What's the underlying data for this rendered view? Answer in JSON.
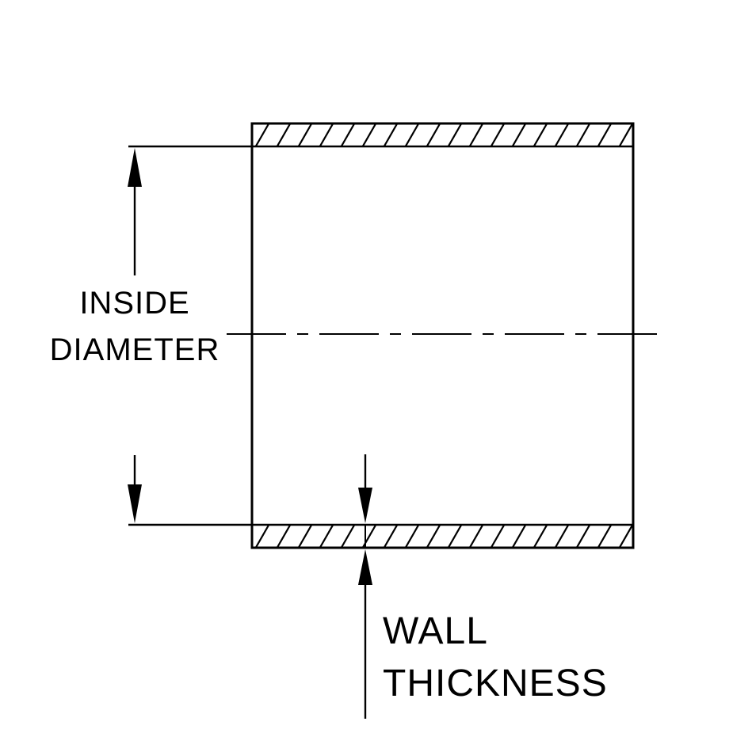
{
  "colors": {
    "line": "#000000",
    "background": "#ffffff"
  },
  "labels": {
    "inside_diameter": {
      "line1": "INSIDE",
      "line2": "DIAMETER"
    },
    "wall_thickness": {
      "line1": "WALL",
      "line2": "THICKNESS"
    }
  }
}
